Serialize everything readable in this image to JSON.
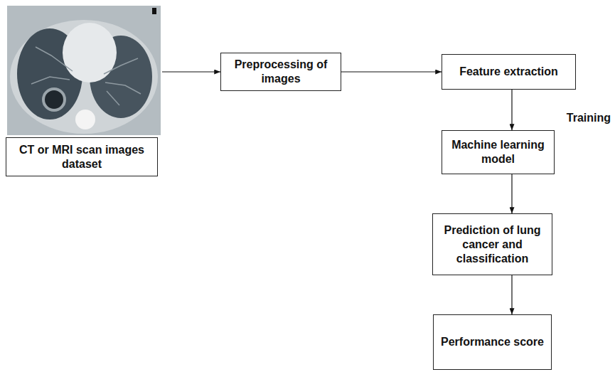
{
  "diagram": {
    "nodes": [
      {
        "text": [
          "CT or MRI scan images dataset"
        ]
      },
      {
        "text": [
          "Preprocessing of images"
        ]
      },
      {
        "text": [
          "Feature extraction"
        ]
      },
      {
        "text": [
          "Machine learning model"
        ]
      },
      {
        "text": [
          "Prediction of lung cancer and classification"
        ]
      },
      {
        "text": [
          "Performance score"
        ]
      }
    ],
    "edges": [
      {
        "from": 0,
        "to": 1,
        "arrow": "to"
      },
      {
        "from": 1,
        "to": 2,
        "arrow": "to"
      },
      {
        "from": 2,
        "to": 3,
        "arrow": "to"
      },
      {
        "from": 3,
        "to": 4,
        "arrow": "to"
      },
      {
        "from": 4,
        "to": 5,
        "arrow": "to"
      }
    ],
    "labels": [
      "Training"
    ]
  }
}
